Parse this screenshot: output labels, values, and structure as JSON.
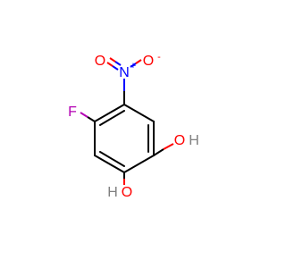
{
  "molecule": {
    "atoms": {
      "fluorine": "F",
      "nitro_nitrogen": "N",
      "nitro_charge_plus": "+",
      "nitro_oxygen_left": "O",
      "nitro_oxygen_right": "O",
      "nitro_charge_minus": "-",
      "hydroxyl_right_o": "O",
      "hydroxyl_right_h": "H",
      "hydroxyl_bottom_o": "O",
      "hydroxyl_bottom_h": "H"
    },
    "colors": {
      "carbon_bond": "#000000",
      "fluorine": "#b300b3",
      "nitrogen": "#0000ff",
      "oxygen": "#ff0000",
      "hydrogen": "#808080"
    }
  }
}
